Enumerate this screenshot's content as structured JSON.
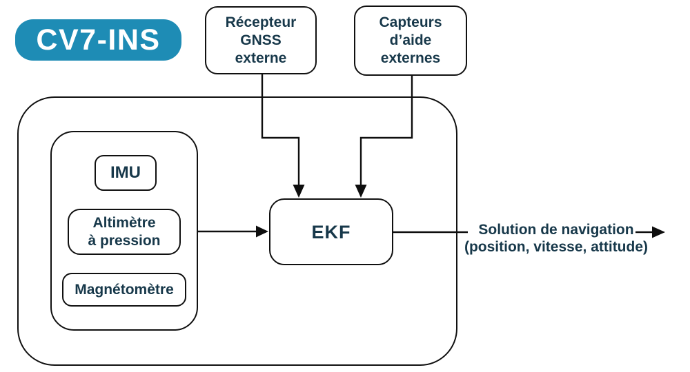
{
  "diagram": {
    "badge": {
      "label": "CV7-INS",
      "bg_color": "#1e8cb5",
      "text_color": "#ffffff"
    },
    "colors": {
      "label_text": "#17384a",
      "line": "#0e0e0e",
      "background": "#ffffff"
    },
    "nodes": {
      "gnss_receiver": {
        "label": "Récepteur\nGNSS\nexterne"
      },
      "aiding_sensors": {
        "label": "Capteurs\nd’aide\nexternes"
      },
      "imu": {
        "label": "IMU"
      },
      "pressure_altimeter": {
        "label": "Altimètre\nà pression"
      },
      "magnetometer": {
        "label": "Magnétomètre"
      },
      "ekf": {
        "label": "EKF"
      }
    },
    "output": {
      "label": "Solution de navigation\n(position, vitesse, attitude)"
    },
    "connections": [
      {
        "from": "gnss_receiver",
        "to": "ekf",
        "type": "arrow"
      },
      {
        "from": "aiding_sensors",
        "to": "ekf",
        "type": "arrow"
      },
      {
        "from": "internal_sensors_group",
        "to": "ekf",
        "type": "arrow"
      },
      {
        "from": "ekf",
        "to": "navigation_output",
        "type": "arrow"
      }
    ]
  }
}
